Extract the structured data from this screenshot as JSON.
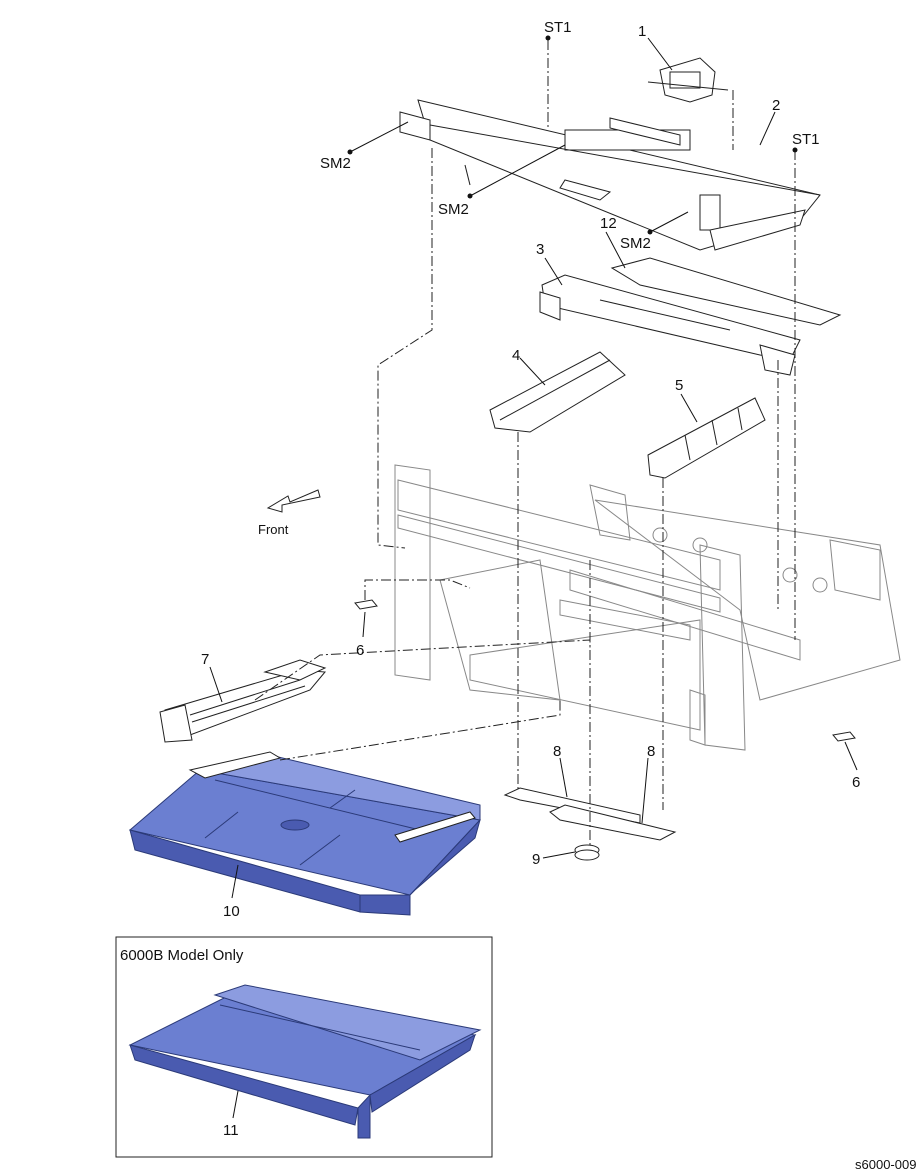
{
  "labels": {
    "st1_top": "ST1",
    "p1": "1",
    "p2": "2",
    "st1_right": "ST1",
    "sm2_left": "SM2",
    "sm2_mid": "SM2",
    "sm2_right": "SM2",
    "p12": "12",
    "p3": "3",
    "p4": "4",
    "p5": "5",
    "front": "Front",
    "p6_left": "6",
    "p6_right": "6",
    "p7": "7",
    "p8_left": "8",
    "p8_right": "8",
    "p9": "9",
    "p10": "10",
    "inset_title": "6000B Model Only",
    "p11": "11",
    "figure_code": "s6000-009"
  },
  "colors": {
    "tray_fill": "#6b7fd1",
    "tray_outline": "#2b3a78",
    "line": "#222222"
  }
}
